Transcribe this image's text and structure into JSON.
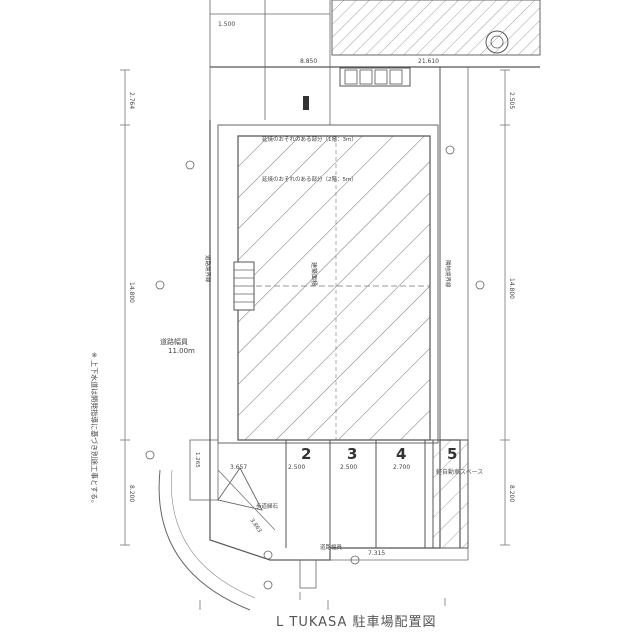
{
  "caption": "L TUKASA 駐車場配置図",
  "note_vertical": "※ 上下水道は開発指導に基づき別途工事とする。",
  "road_width_label": "道路幅員",
  "road_width_value": "11.00m",
  "parking_spaces": [
    "2",
    "3",
    "4",
    "5"
  ],
  "light_car_note": "軽自動車スペース",
  "dims": {
    "top_left": "1.500",
    "top_center": "8.850",
    "top_right": "21.610",
    "left_top": "2.764",
    "left_mid": "14.800",
    "right_top": "2.505",
    "right_mid": "14.800",
    "right_low": "8.200",
    "left_low": "8.200",
    "slot_left": "3.657",
    "slot_2": "2.500",
    "slot_3": "2.500",
    "slot_4": "2.700",
    "bottom": "7.315",
    "corner": "3.863",
    "left_small": "1.265"
  },
  "labels": {
    "hatch_note_a": "延焼のおそれのある部分（1階：3m）",
    "hatch_note_b": "延焼のおそれのある部分（2階：5m）",
    "building_mid": "建築面積",
    "road_boundary": "道路境界線",
    "site_boundary": "隣地境界線",
    "width_bottom": "道路幅員",
    "curb": "歩道縁石"
  },
  "colors": {
    "line": "#555555",
    "hatch": "#777777",
    "text": "#444444"
  }
}
